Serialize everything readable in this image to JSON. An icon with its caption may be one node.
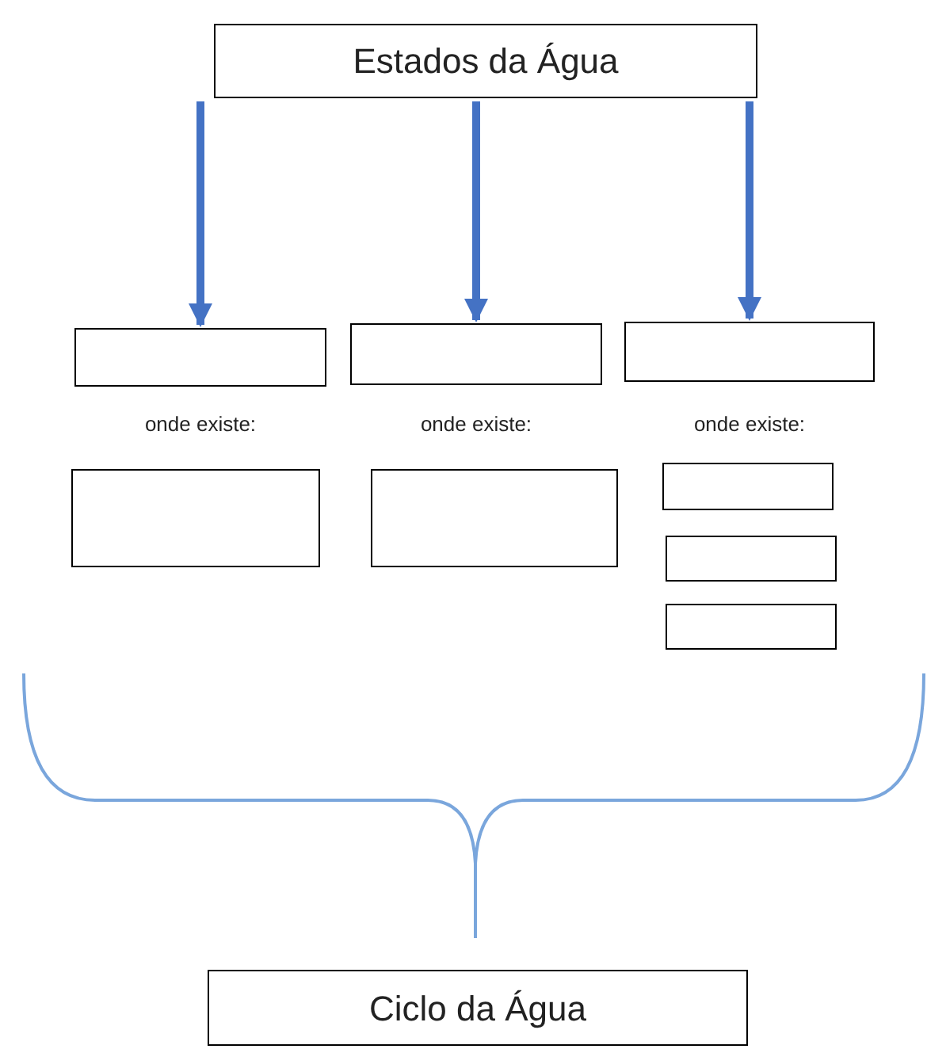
{
  "diagram": {
    "nodes": [
      {
        "text": [
          "Estados da Água"
        ]
      },
      {
        "text": [],
        "shape": "box"
      },
      {
        "text": [],
        "shape": "box"
      },
      {
        "text": [],
        "shape": "box"
      },
      {
        "text": [],
        "shape": "box"
      },
      {
        "text": [],
        "shape": "box"
      },
      {
        "text": [],
        "shape": "box"
      },
      {
        "text": [],
        "shape": "box"
      },
      {
        "text": [],
        "shape": "box"
      },
      {
        "text": [
          "Ciclo da Água"
        ]
      }
    ],
    "edges": [
      {
        "from": 0,
        "to": 1,
        "arrow": "to"
      },
      {
        "from": 0,
        "to": 2,
        "arrow": "to"
      },
      {
        "from": 0,
        "to": 3,
        "arrow": "to"
      }
    ],
    "labels": [
      "onde existe:",
      "onde existe:",
      "onde existe:"
    ]
  }
}
